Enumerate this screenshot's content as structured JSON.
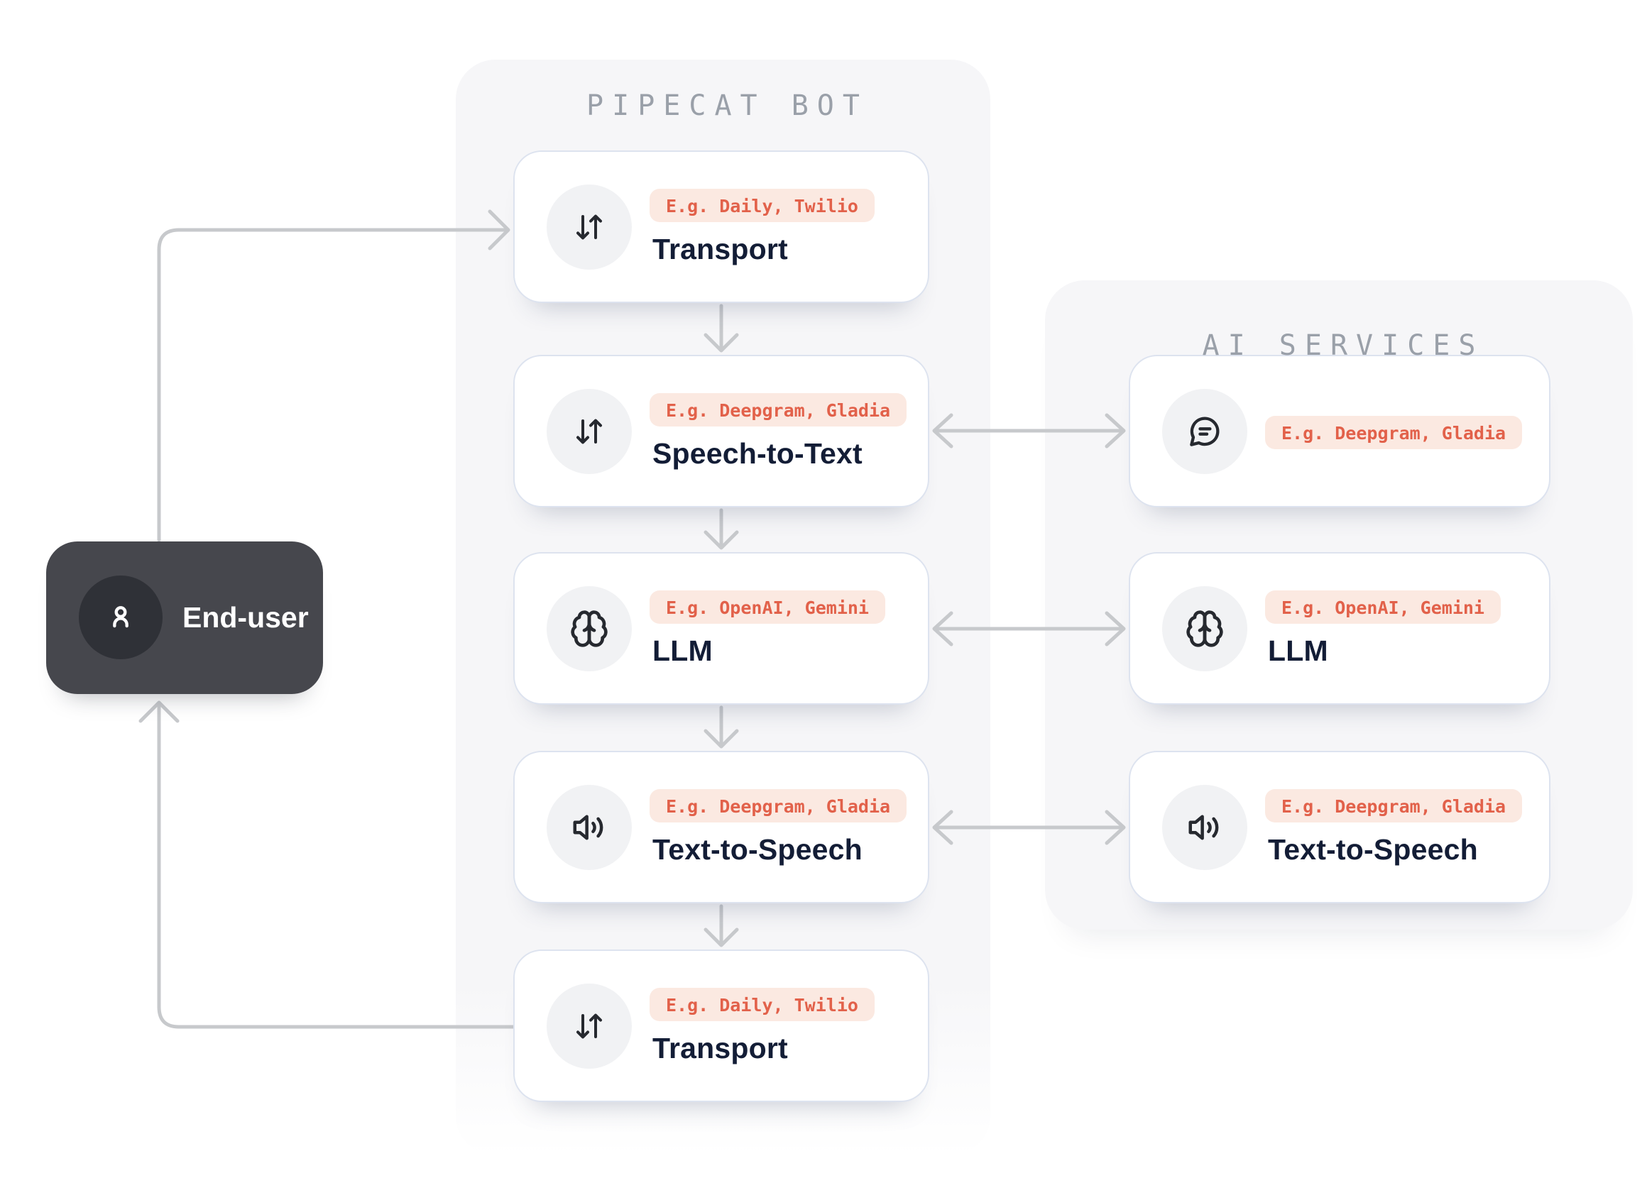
{
  "pipecat_panel": {
    "title": "PIPECAT BOT",
    "cards": [
      {
        "icon": "arrows-up-down-icon",
        "badge": "E.g. Daily, Twilio",
        "label": "Transport"
      },
      {
        "icon": "arrows-up-down-icon",
        "badge": "E.g. Deepgram, Gladia",
        "label": "Speech-to-Text"
      },
      {
        "icon": "brain-icon",
        "badge": "E.g. OpenAI, Gemini",
        "label": "LLM"
      },
      {
        "icon": "speaker-icon",
        "badge": "E.g. Deepgram, Gladia",
        "label": "Text-to-Speech"
      },
      {
        "icon": "arrows-up-down-icon",
        "badge": "E.g. Daily, Twilio",
        "label": "Transport"
      }
    ]
  },
  "ai_panel": {
    "title": "AI SERVICES",
    "cards": [
      {
        "icon": "chat-bubble-icon",
        "badge": "E.g. Deepgram, Gladia",
        "label": ""
      },
      {
        "icon": "brain-icon",
        "badge": "E.g. OpenAI, Gemini",
        "label": "LLM"
      },
      {
        "icon": "speaker-icon",
        "badge": "E.g. Deepgram, Gladia",
        "label": "Text-to-Speech"
      }
    ]
  },
  "end_user": {
    "icon": "user-icon",
    "label": "End-user"
  },
  "colors": {
    "canvas_bg": "#ffffff",
    "panel_bg": "#f6f6f8",
    "card_bg": "#ffffff",
    "card_border": "#dde3ef",
    "icon_circle_bg": "#f1f2f4",
    "badge_bg": "#fbe9e1",
    "badge_text": "#e2614a",
    "card_label_text": "#131d36",
    "panel_title_text": "#9aa0a9",
    "connector": "#c7c9cc",
    "end_user_bg": "#46474d",
    "end_user_circle_bg": "#2f3137",
    "end_user_text": "#ffffff"
  }
}
